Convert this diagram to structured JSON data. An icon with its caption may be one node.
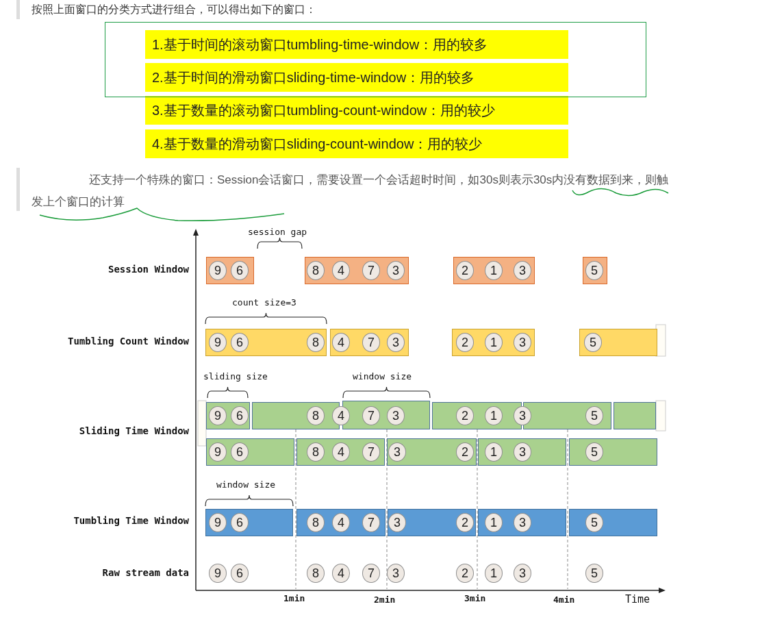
{
  "diagram": {
    "nodes": [
      {
        "text": [
          "1.基于时间的滚动窗口tumbling-time-window：用的较多",
          "2.基于时间的滑动窗口sliding-time-window：用的较多"
        ]
      },
      {
        "text": [],
        "shape": "bar"
      },
      {
        "text": [
          "9"
        ],
        "in": 1
      },
      {
        "text": [
          "6"
        ],
        "in": 1
      },
      {
        "text": [],
        "shape": "bar"
      },
      {
        "text": [
          "8"
        ],
        "in": 4
      },
      {
        "text": [
          "4"
        ],
        "in": 4
      },
      {
        "text": [
          "7"
        ],
        "in": 4
      },
      {
        "text": [
          "3"
        ],
        "in": 4
      },
      {
        "text": [],
        "shape": "bar"
      },
      {
        "text": [
          "2"
        ],
        "in": 9
      },
      {
        "text": [
          "1"
        ],
        "in": 9
      },
      {
        "text": [
          "3"
        ],
        "in": 9
      },
      {
        "text": [],
        "shape": "bar"
      },
      {
        "text": [
          "5"
        ],
        "in": 13
      },
      {
        "text": [],
        "shape": "bar"
      },
      {
        "text": [
          "9"
        ],
        "in": 15
      },
      {
        "text": [
          "6"
        ],
        "in": 15
      },
      {
        "text": [
          "8"
        ],
        "in": 15
      },
      {
        "text": [],
        "shape": "bar"
      },
      {
        "text": [
          "4"
        ],
        "in": 19
      },
      {
        "text": [
          "7"
        ],
        "in": 19
      },
      {
        "text": [
          "3"
        ],
        "in": 19
      },
      {
        "text": [],
        "shape": "bar"
      },
      {
        "text": [
          "2"
        ],
        "in": 23
      },
      {
        "text": [
          "1"
        ],
        "in": 23
      },
      {
        "text": [
          "3"
        ],
        "in": 23
      },
      {
        "text": [],
        "shape": "bar"
      },
      {
        "text": [
          "5"
        ],
        "in": 27
      },
      {
        "text": [],
        "shape": "bar"
      },
      {
        "text": [
          "9"
        ],
        "in": 29
      },
      {
        "text": [
          "6"
        ],
        "in": 29
      },
      {
        "text": [],
        "shape": "bar"
      },
      {
        "text": [
          "8"
        ],
        "in": 32
      },
      {
        "text": [
          "4"
        ]
      },
      {
        "text": [],
        "shape": "bar"
      },
      {
        "text": [
          "7"
        ],
        "in": 35
      },
      {
        "text": [
          "3"
        ],
        "in": 35
      },
      {
        "text": [],
        "shape": "bar"
      },
      {
        "text": [
          "2"
        ],
        "in": 38
      },
      {
        "text": [
          "1"
        ],
        "in": 38
      },
      {
        "text": [
          "3"
        ]
      },
      {
        "text": [],
        "shape": "bar"
      },
      {
        "text": [
          "5"
        ],
        "in": 42
      },
      {
        "text": [],
        "shape": "bar"
      },
      {
        "text": [],
        "shape": "bar"
      },
      {
        "text": [
          "9"
        ],
        "in": 45
      },
      {
        "text": [
          "6"
        ],
        "in": 45
      },
      {
        "text": [],
        "shape": "bar"
      },
      {
        "text": [
          "8"
        ],
        "in": 48
      },
      {
        "text": [
          "4"
        ],
        "in": 48
      },
      {
        "text": [
          "7"
        ],
        "in": 48
      },
      {
        "text": [],
        "shape": "bar"
      },
      {
        "text": [
          "3"
        ],
        "in": 52
      },
      {
        "text": [
          "2"
        ],
        "in": 52
      },
      {
        "text": [],
        "shape": "bar"
      },
      {
        "text": [
          "1"
        ],
        "in": 55
      },
      {
        "text": [
          "3"
        ],
        "in": 55
      },
      {
        "text": [],
        "shape": "bar"
      },
      {
        "text": [
          "5"
        ],
        "in": 58
      },
      {
        "text": [],
        "shape": "bar"
      },
      {
        "text": [
          "9"
        ],
        "in": 60
      },
      {
        "text": [
          "6"
        ],
        "in": 60
      },
      {
        "text": [],
        "shape": "bar"
      },
      {
        "text": [
          "8"
        ],
        "in": 63
      },
      {
        "text": [
          "4"
        ],
        "in": 63
      },
      {
        "text": [
          "7"
        ],
        "in": 63
      },
      {
        "text": [],
        "shape": "bar"
      },
      {
        "text": [
          "3"
        ],
        "in": 67
      },
      {
        "text": [
          "2"
        ],
        "in": 67
      },
      {
        "text": [],
        "shape": "bar"
      },
      {
        "text": [
          "1"
        ],
        "in": 70
      },
      {
        "text": [
          "3"
        ],
        "in": 70
      },
      {
        "text": [],
        "shape": "bar"
      },
      {
        "text": [
          "5"
        ],
        "in": 73
      },
      {
        "text": [
          "9"
        ]
      },
      {
        "text": [
          "6"
        ]
      },
      {
        "text": [
          "8"
        ]
      },
      {
        "text": [
          "4"
        ]
      },
      {
        "text": [
          "7"
        ]
      },
      {
        "text": [
          "3"
        ]
      },
      {
        "text": [
          "2"
        ]
      },
      {
        "text": [
          "1"
        ]
      },
      {
        "text": [
          "3"
        ]
      },
      {
        "text": [
          "5"
        ]
      }
    ],
    "edges": [],
    "labels": [
      "按照上面窗口的分类方式进行组合，可以得出如下的窗口：",
      "3.基于数量的滚动窗口tumbling-count-window：用的较少",
      "4.基于数量的滑动窗口sliding-count-window：用的较少",
      "还支持一个特殊的窗口：Session会话窗口，需要设置一个会话超时时间，如30s则表示30s内没有数据到来，则触发上个窗口的计算",
      "session gap",
      "Session Window",
      "count size=3",
      "Tumbling Count Window",
      "sliding size",
      "window size",
      "Sliding Time Window",
      "window size",
      "Tumbling Time Window",
      "Raw stream data",
      "1min",
      "2min",
      "3min",
      "4min",
      "Time"
    ]
  }
}
